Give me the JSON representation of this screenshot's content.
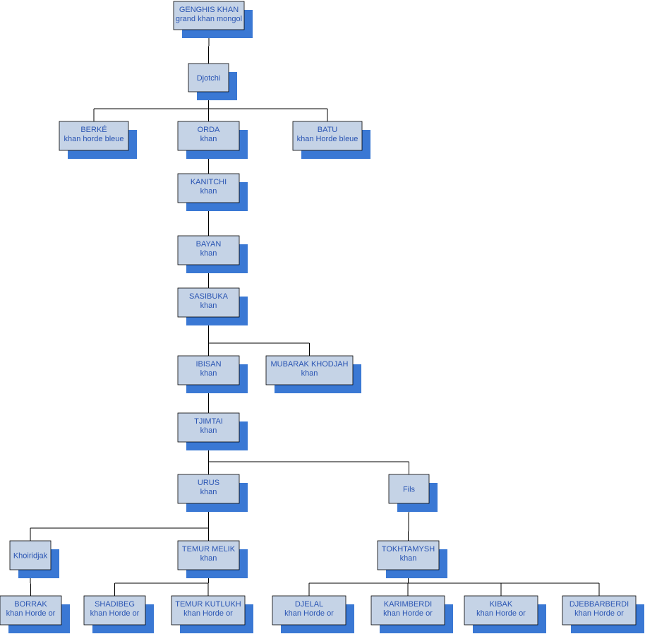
{
  "nodes": [
    {
      "id": "genghis",
      "title": "GENGHIS KHAN",
      "subtitle": "grand khan mongol",
      "parent": null
    },
    {
      "id": "djotchi",
      "title": "Djotchi",
      "subtitle": "",
      "parent": "genghis"
    },
    {
      "id": "berke",
      "title": "BERKÉ",
      "subtitle": "khan horde bleue",
      "parent": "djotchi"
    },
    {
      "id": "orda",
      "title": "ORDA",
      "subtitle": "khan",
      "parent": "djotchi"
    },
    {
      "id": "batu",
      "title": "BATU",
      "subtitle": "khan Horde bleue",
      "parent": "djotchi"
    },
    {
      "id": "kanitchi",
      "title": "KANITCHI",
      "subtitle": "khan",
      "parent": "orda"
    },
    {
      "id": "bayan",
      "title": "BAYAN",
      "subtitle": "khan",
      "parent": "kanitchi"
    },
    {
      "id": "sasibuka",
      "title": "SASIBUKA",
      "subtitle": "khan",
      "parent": "bayan"
    },
    {
      "id": "ibisan",
      "title": "IBISAN",
      "subtitle": "khan",
      "parent": "sasibuka"
    },
    {
      "id": "mubarak",
      "title": "MUBARAK KHODJAH",
      "subtitle": "khan",
      "parent": "sasibuka"
    },
    {
      "id": "tjimtai",
      "title": "TJIMTAI",
      "subtitle": "khan",
      "parent": "ibisan"
    },
    {
      "id": "urus",
      "title": "URUS",
      "subtitle": "khan",
      "parent": "tjimtai"
    },
    {
      "id": "fils",
      "title": "Fils",
      "subtitle": "",
      "parent": "tjimtai"
    },
    {
      "id": "khoiridjak",
      "title": "Khoiridjak",
      "subtitle": "",
      "parent": "urus"
    },
    {
      "id": "temurmelik",
      "title": "TEMUR MELIK",
      "subtitle": "khan",
      "parent": "urus"
    },
    {
      "id": "tokhtamysh",
      "title": "TOKHTAMYSH",
      "subtitle": "khan",
      "parent": "fils"
    },
    {
      "id": "borrak",
      "title": "BORRAK",
      "subtitle": "khan Horde or",
      "parent": "khoiridjak"
    },
    {
      "id": "shadibeg",
      "title": "SHADIBEG",
      "subtitle": "khan Horde or",
      "parent": "temurmelik"
    },
    {
      "id": "temurkutlukh",
      "title": "TEMUR KUTLUKH",
      "subtitle": "khan Horde or",
      "parent": "temurmelik"
    },
    {
      "id": "djelal",
      "title": "DJELAL",
      "subtitle": "khan Horde or",
      "parent": "tokhtamysh"
    },
    {
      "id": "karimberdi",
      "title": "KARIMBERDI",
      "subtitle": "khan Horde or",
      "parent": "tokhtamysh"
    },
    {
      "id": "kibak",
      "title": "KIBAK",
      "subtitle": "khan Horde or",
      "parent": "tokhtamysh"
    },
    {
      "id": "djebbarberdi",
      "title": "DJEBBARBERDI",
      "subtitle": "khan Horde or",
      "parent": "tokhtamysh"
    }
  ],
  "colors": {
    "box_fill": "#c5d3e6",
    "box_border": "#000000",
    "shadow": "#3a78d4",
    "text": "#2a55b3",
    "connector": "#000000"
  }
}
